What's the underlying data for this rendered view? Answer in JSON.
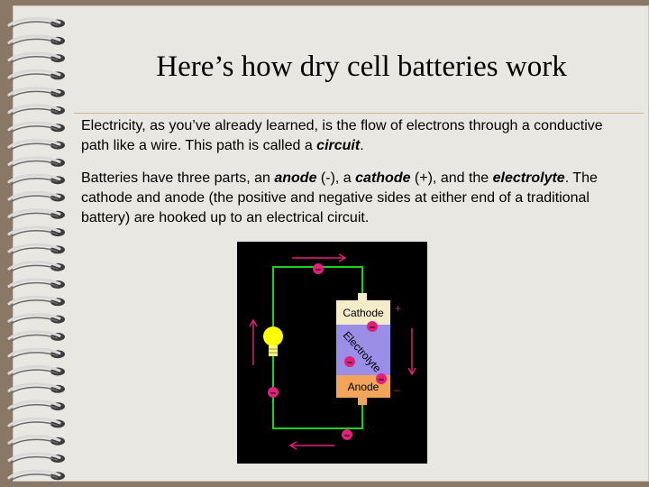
{
  "title": "Here’s how dry cell batteries work",
  "paragraph1": {
    "before": "Electricity, as you’ve already learned, is the flow of electrons through a conductive path like a wire. This path is called a ",
    "term": "circuit",
    "after": "."
  },
  "paragraph2": {
    "t1": "Batteries have three parts, an ",
    "anode": "anode",
    "t2": " (-), a ",
    "cathode": "cathode",
    "t3": " (+), and the ",
    "electrolyte": "electrolyte",
    "t4": ". The cathode and anode (the positive and negative sides at either end of a traditional battery) are hooked up to an electrical circuit."
  },
  "diagram": {
    "cathode_label": "Cathode",
    "electrolyte_label": "Electrolyte",
    "anode_label": "Anode",
    "plus_sign": "+",
    "minus_sign": "–",
    "electron_sign": "–",
    "colors": {
      "wire": "#1fd11f",
      "electron": "#e0207a",
      "arrow": "#e0207a",
      "cathode": "#f4ecc8",
      "electrolyte": "#9b8ee6",
      "anode": "#f2a55a",
      "bulb": "#ffff00"
    }
  },
  "colors": {
    "background": "#8a7866",
    "page": "#e9e7e1",
    "rule": "#c9b99a"
  }
}
